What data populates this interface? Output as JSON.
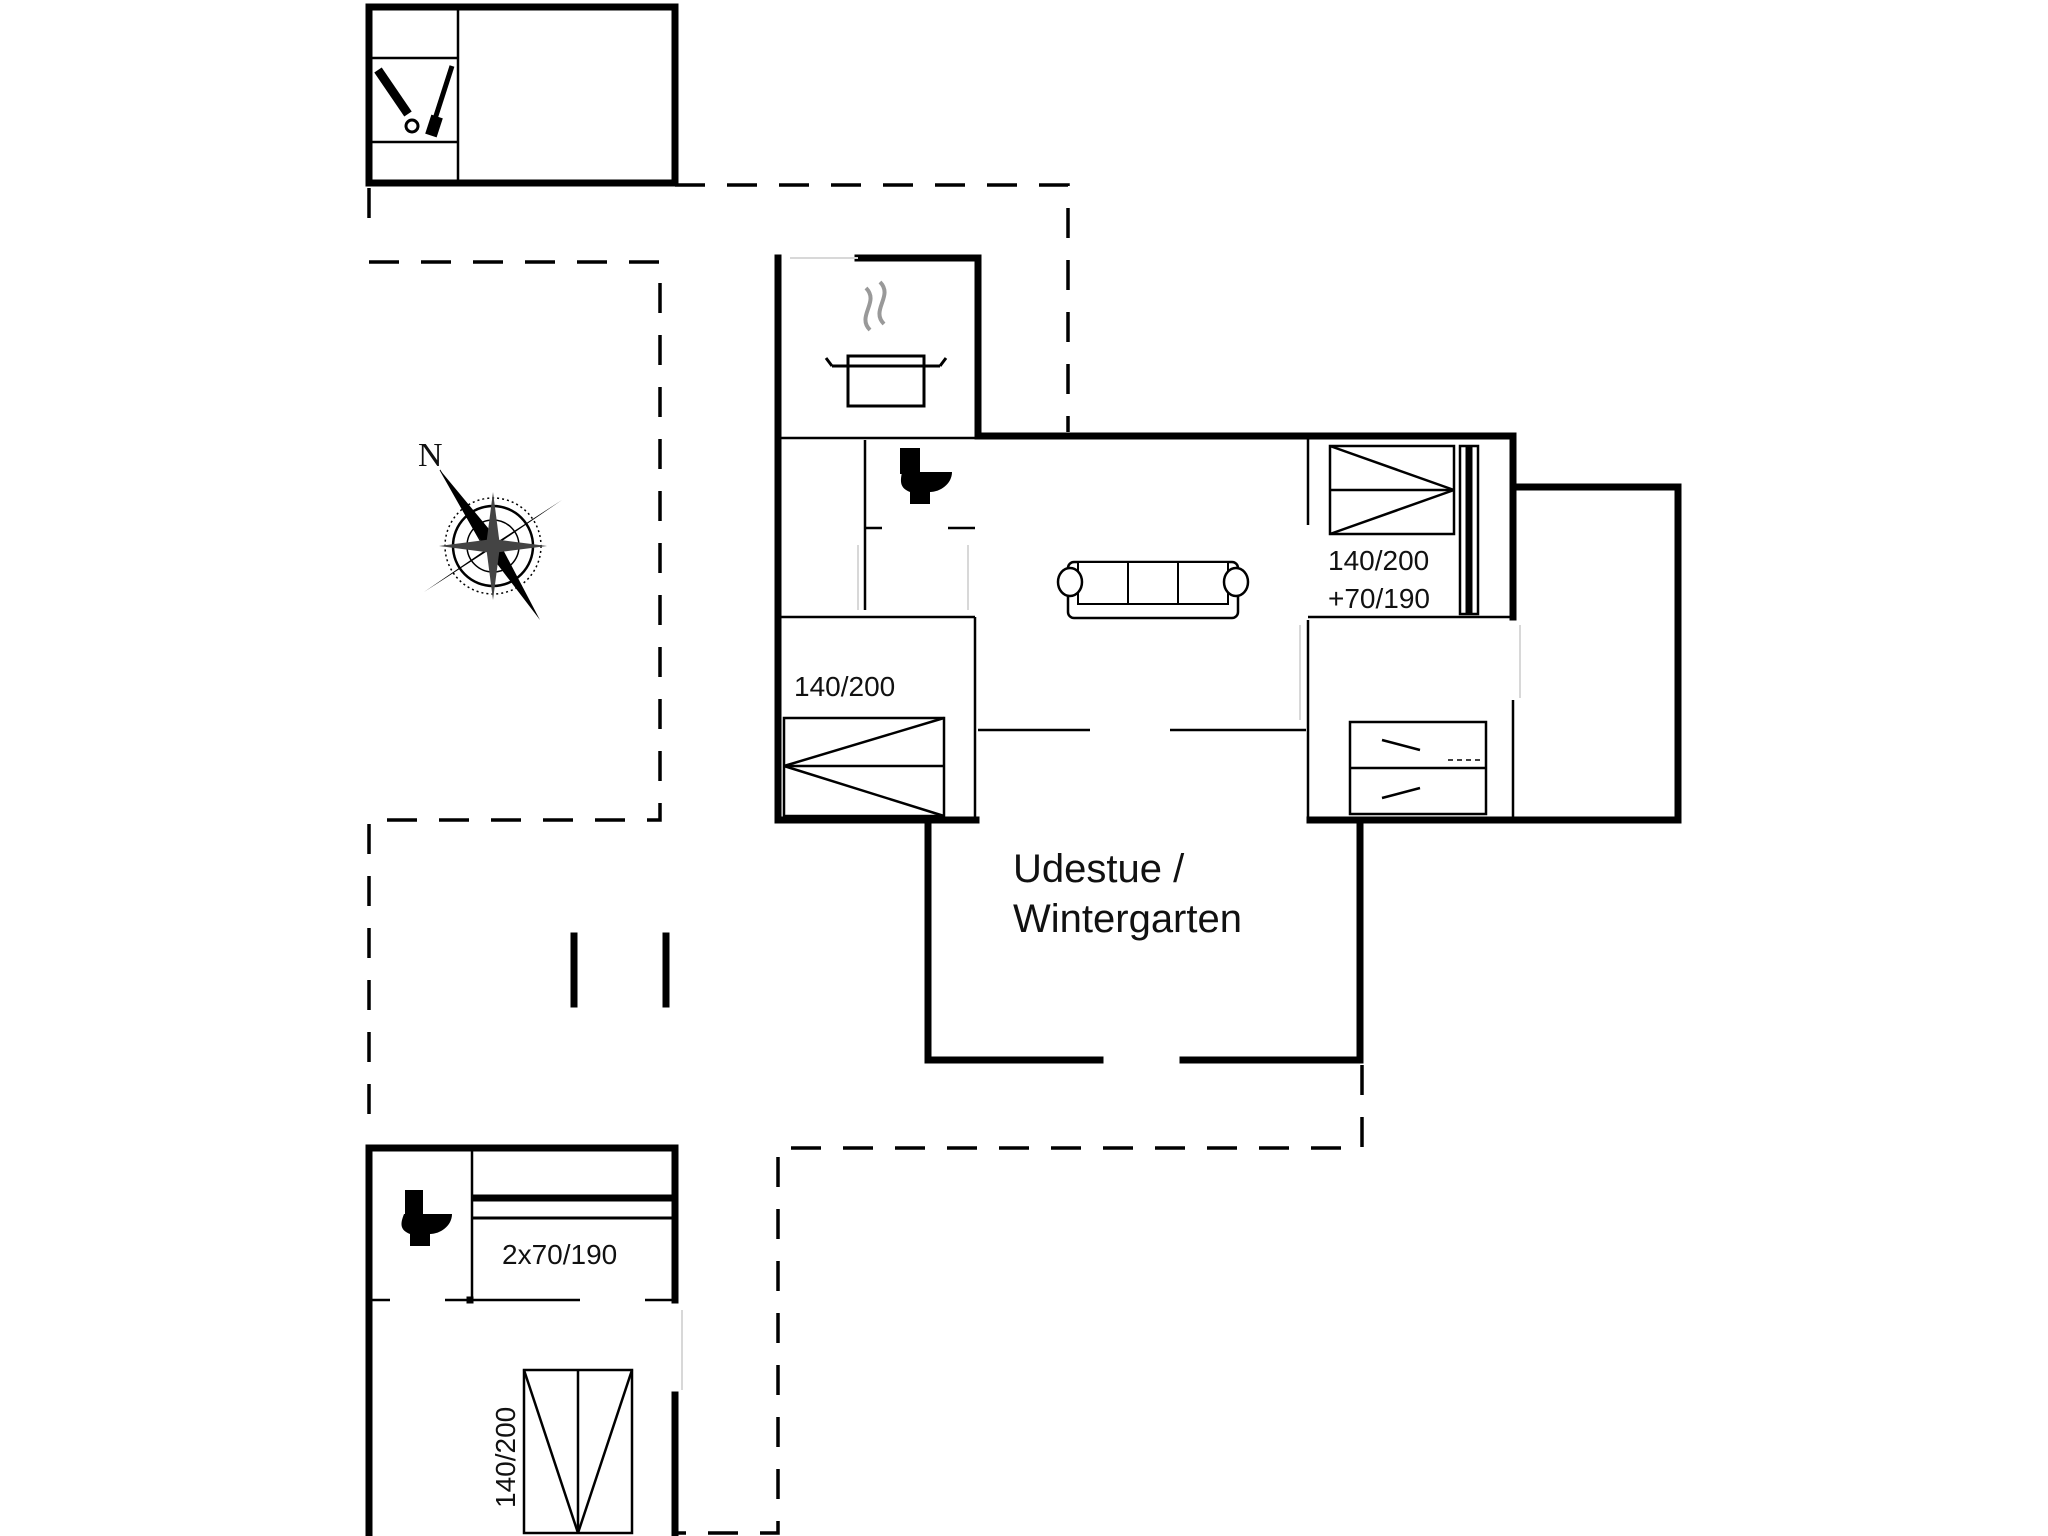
{
  "compass": {
    "north_label": "N"
  },
  "rooms": {
    "sunroom": {
      "line1": "Udestue /",
      "line2": "Wintergarten"
    }
  },
  "beds": {
    "living_right": {
      "line1": "140/200",
      "line2": "+70/190"
    },
    "left_bedroom": "140/200",
    "annex_bunk": "2x70/190",
    "annex_double": "140/200"
  },
  "icons": [
    "compass-rose-icon",
    "cooking-pot-icon",
    "toilet-icon",
    "sofa-icon",
    "tools-icon"
  ]
}
